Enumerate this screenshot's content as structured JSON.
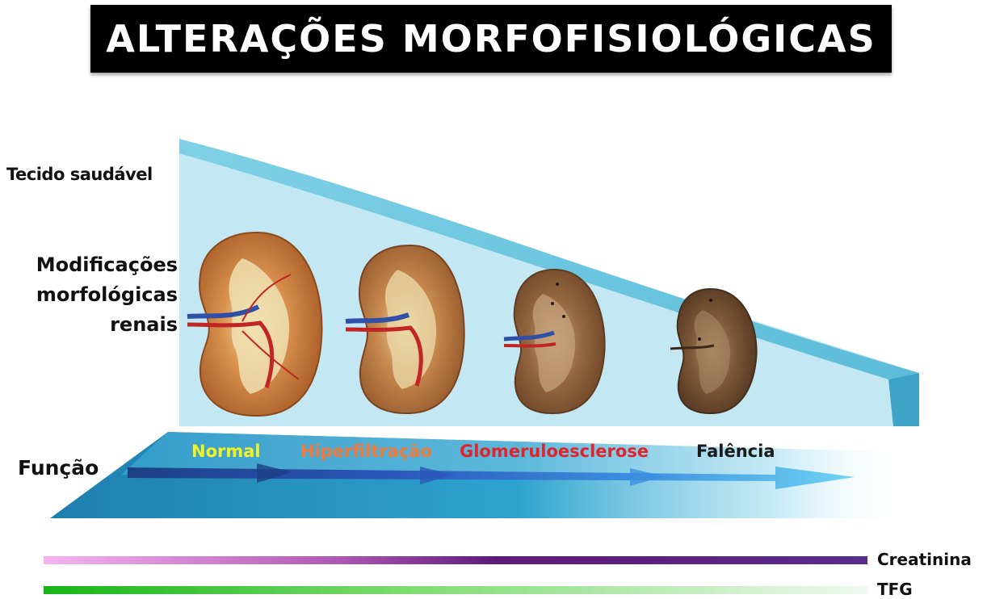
{
  "title": "ALTERAÇÕES MORFOFISIOLÓGICAS",
  "labels": {
    "healthy_tissue": "Tecido saudável",
    "morph_changes": [
      "Modificações",
      "morfológicas",
      "renais"
    ],
    "function": "Função"
  },
  "stages": [
    {
      "label": "Normal",
      "color": "#f2f224"
    },
    {
      "label": "Hiperfiltração",
      "color": "#f07a3c"
    },
    {
      "label": "Glomeruloesclerose",
      "color": "#e0242c"
    },
    {
      "label": "Falência",
      "color": "#1a1a1a"
    }
  ],
  "bars": {
    "creatinine": {
      "label": "Creatinina",
      "color_start": "#f6b4f0",
      "color_end": "#5a2a8e"
    },
    "gfr": {
      "label": "TFG",
      "color_start": "#1fb81f",
      "color_end": "#eef7ee"
    }
  },
  "colors": {
    "tissue_wedge": "#bfe7f2",
    "tissue_edge": "#6cc9e2",
    "function_wedge": "#2e94c2"
  },
  "kidneys": [
    {
      "name": "normal-kidney",
      "tone": "#c4753a"
    },
    {
      "name": "hyperfiltration-kidney",
      "tone": "#b5703c"
    },
    {
      "name": "glomerulosclerosis-kidney",
      "tone": "#8f6040"
    },
    {
      "name": "failure-kidney",
      "tone": "#6b4a30"
    }
  ]
}
